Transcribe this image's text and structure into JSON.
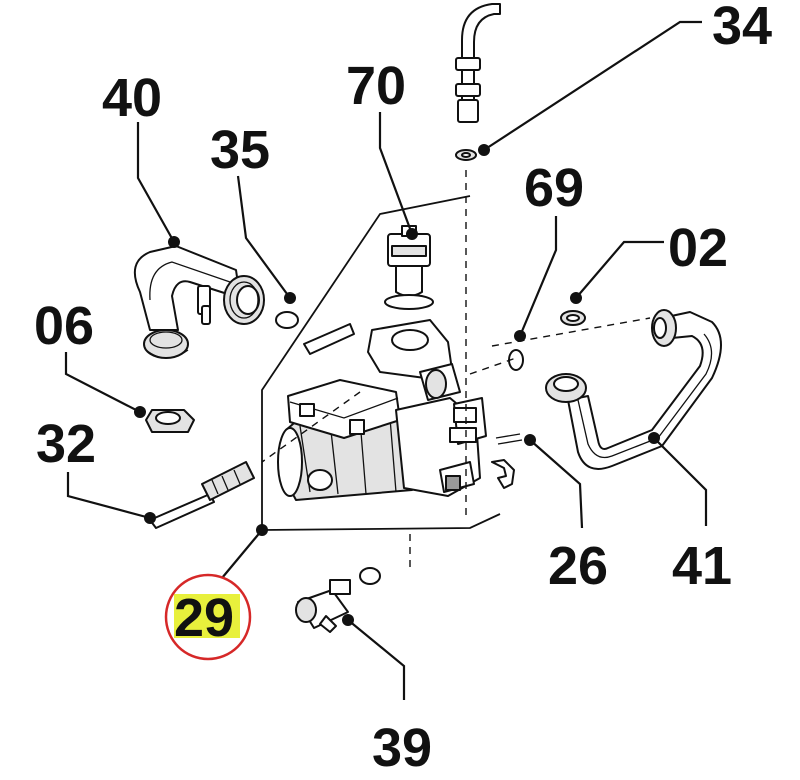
{
  "labels": {
    "l34": "34",
    "l40": "40",
    "l70": "70",
    "l35": "35",
    "l69": "69",
    "l02": "02",
    "l06": "06",
    "l32": "32",
    "l29": "29",
    "l26": "26",
    "l41": "41",
    "l39": "39"
  },
  "highlight": {
    "part": "29",
    "marker_color": "#e8f03c",
    "circle_color": "#d62828"
  }
}
